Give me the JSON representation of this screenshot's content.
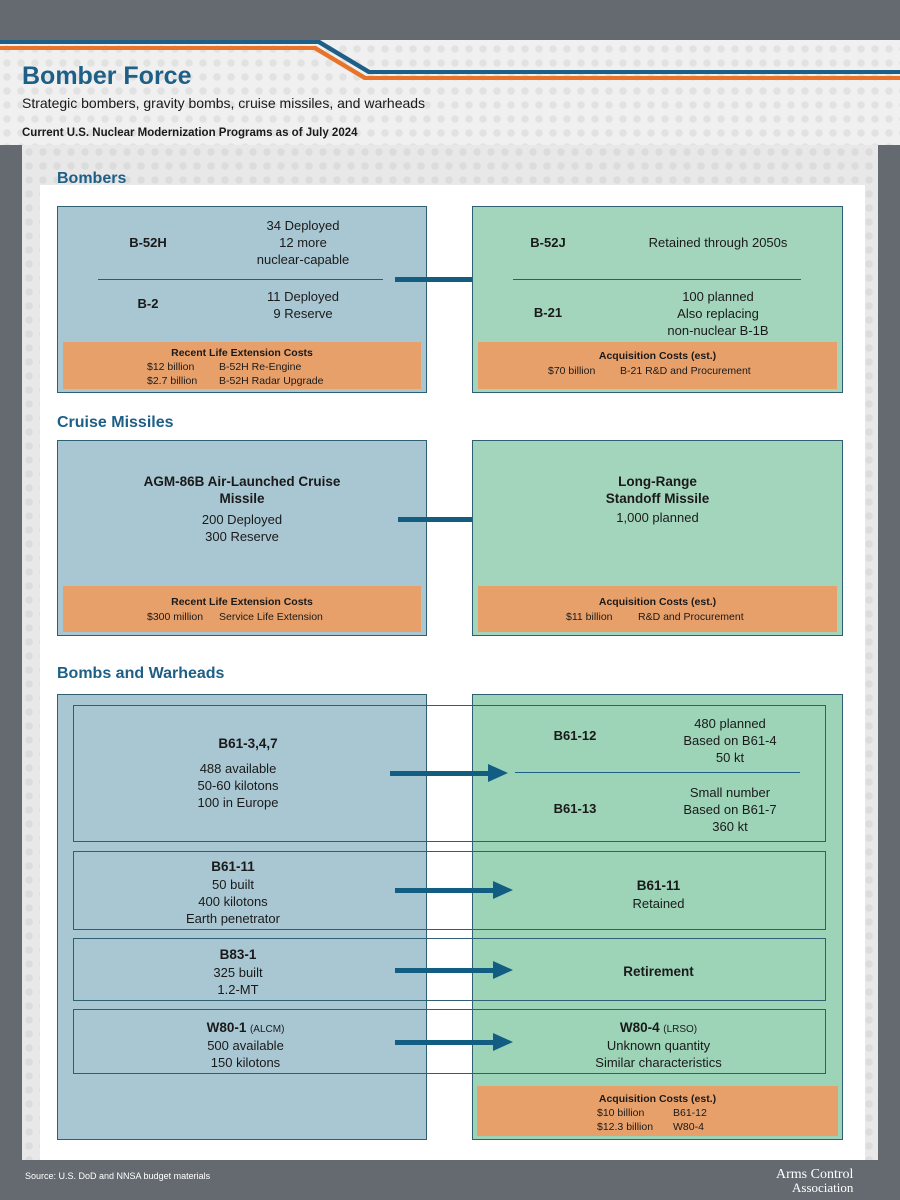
{
  "header": {
    "title": "Bomber Force",
    "subtitle": "Strategic bombers, gravity bombs, cruise missiles, and warheads",
    "program_label": "Current U.S. Nuclear Modernization Programs as of July 2024"
  },
  "bombers": {
    "section_title": "Bombers",
    "current": {
      "b52h_name": "B-52H",
      "b52h_line1": "34 Deployed",
      "b52h_line2": "12 more",
      "b52h_line3": "nuclear-capable",
      "b2_name": "B-2",
      "b2_line1": "11 Deployed",
      "b2_line2": "9 Reserve",
      "cost_title": "Recent Life Extension Costs",
      "cost_amount1": "$12 billion",
      "cost_item1": "B-52H Re-Engine",
      "cost_amount2": "$2.7 billion",
      "cost_item2": "B-52H Radar Upgrade"
    },
    "future": {
      "b52j_name": "B-52J",
      "b52j_line1": "Retained through 2050s",
      "b21_name": "B-21",
      "b21_line1": "100 planned",
      "b21_line2": "Also replacing",
      "b21_line3": "non-nuclear B-1B",
      "cost_title": "Acquisition Costs (est.)",
      "cost_amount1": "$70 billion",
      "cost_item1": "B-21 R&D and Procurement"
    }
  },
  "cruise": {
    "section_title": "Cruise Missiles",
    "current": {
      "name_line1": "AGM-86B Air-Launched Cruise",
      "name_line2": "Missile",
      "line1": "200 Deployed",
      "line2": "300 Reserve",
      "cost_title": "Recent Life Extension Costs",
      "cost_amount1": "$300 million",
      "cost_item1": "Service Life Extension"
    },
    "future": {
      "name_line1": "Long-Range",
      "name_line2": "Standoff Missile",
      "line1": "1,000 planned",
      "cost_title": "Acquisition Costs (est.)",
      "cost_amount1": "$11 billion",
      "cost_item1": "R&D and Procurement"
    }
  },
  "bombs": {
    "section_title": "Bombs and Warheads",
    "b61_347": {
      "name": "B61-3,4,7",
      "line1": "488 available",
      "line2": "50-60 kilotons",
      "line3": "100 in Europe"
    },
    "b61_12": {
      "name": "B61-12",
      "line1": "480 planned",
      "line2": "Based on B61-4",
      "line3": "50 kt"
    },
    "b61_13": {
      "name": "B61-13",
      "line1": "Small number",
      "line2": "Based on B61-7",
      "line3": "360 kt"
    },
    "b61_11_current": {
      "name": "B61-11",
      "line1": "50 built",
      "line2": "400 kilotons",
      "line3": "Earth penetrator"
    },
    "b61_11_future": {
      "name": "B61-11",
      "line1": "Retained"
    },
    "b83_current": {
      "name": "B83-1",
      "line1": "325 built",
      "line2": "1.2-MT"
    },
    "b83_future": {
      "name": "Retirement"
    },
    "w80_current": {
      "name": "W80-1",
      "tag": "(ALCM)",
      "line1": "500 available",
      "line2": "150 kilotons"
    },
    "w80_future": {
      "name": "W80-4",
      "tag": "(LRSO)",
      "line1": "Unknown quantity",
      "line2": "Similar characteristics"
    },
    "cost": {
      "title": "Acquisition Costs (est.)",
      "amount1": "$10 billion",
      "item1": "B61-12",
      "amount2": "$12.3 billion",
      "item2": "W80-4"
    }
  },
  "footer": {
    "source": "Source: U.S. DoD and NNSA budget materials",
    "logo_line1": "Arms Control",
    "logo_line2": "Association"
  },
  "colors": {
    "current_panel": "#a9c7d2",
    "future_panel": "#a3d5bd",
    "cost_bar": "#e8a06a",
    "accent_blue": "#1d5f87",
    "stripe_orange": "#e8742a"
  }
}
